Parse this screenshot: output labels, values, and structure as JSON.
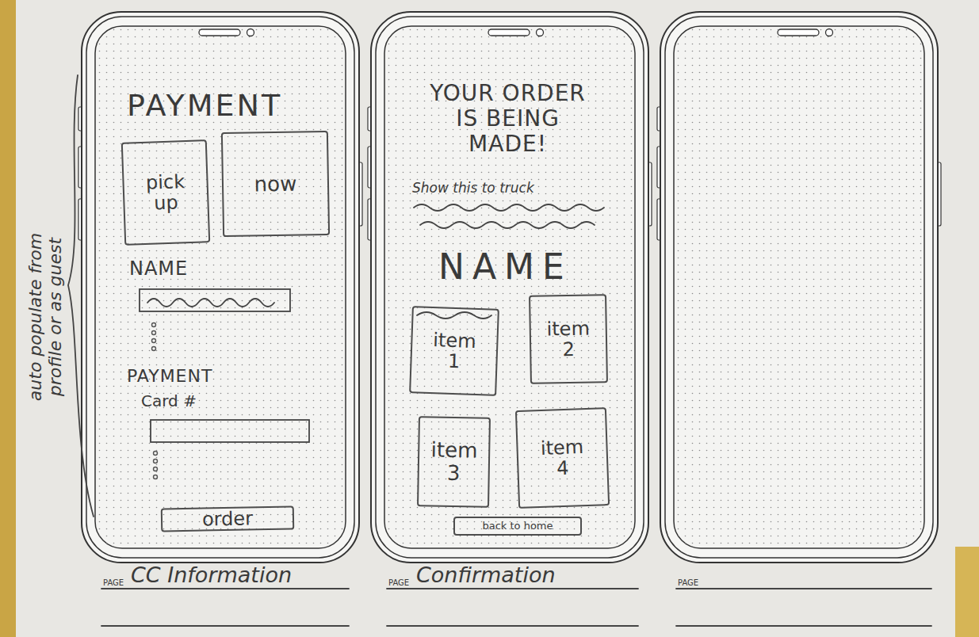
{
  "diagram": {
    "nodes": [
      {
        "text": [
          "pick up"
        ]
      },
      {
        "text": [
          "now"
        ]
      },
      {
        "text": [
          "order"
        ]
      },
      {
        "text": [
          "item 1"
        ]
      },
      {
        "text": [
          "item 2"
        ]
      },
      {
        "text": [
          "item 3"
        ]
      },
      {
        "text": [
          "item 4"
        ]
      },
      {
        "text": [
          "back to home"
        ]
      }
    ],
    "labels": [
      "PAYMENT",
      "NAME",
      "PAYMENT",
      "Card #",
      "auto populate from profile or as guest",
      "YOUR ORDER IS BEING MADE!",
      "Show this to truck",
      "NAME",
      "PAGE",
      "CC Information",
      "PAGE",
      "Confirmation",
      "PAGE"
    ]
  }
}
